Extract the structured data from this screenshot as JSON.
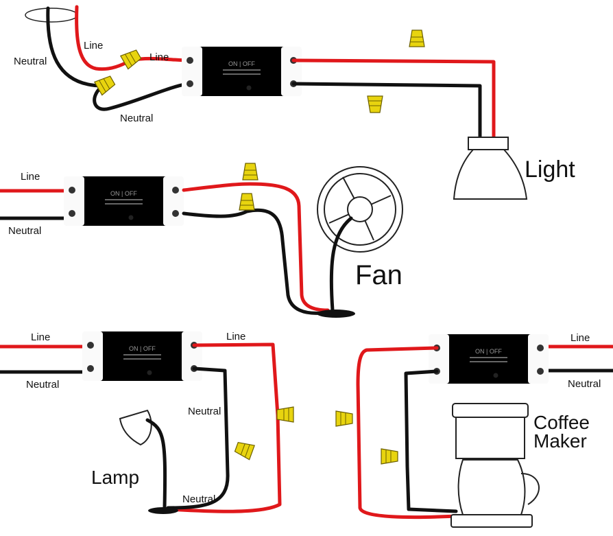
{
  "diagram": {
    "colors": {
      "line_wire": "#e0181b",
      "neutral_wire": "#111111",
      "connector": "#e8d40f"
    },
    "module_lettering": [
      "ON",
      "OFF"
    ],
    "sections": [
      {
        "id": "light",
        "title": "Light",
        "labels": {
          "line_in": "Line",
          "line_out": "Line",
          "neutral_in": "Neutral",
          "neutral_out": "Neutral"
        }
      },
      {
        "id": "fan",
        "title": "Fan",
        "labels": {
          "line": "Line",
          "neutral": "Neutral"
        }
      },
      {
        "id": "lamp",
        "title": "Lamp",
        "labels": {
          "line_in": "Line",
          "neutral_in": "Neutral",
          "line_out": "Line",
          "neutral_out": "Neutral",
          "neutral_lamp": "Neutral"
        }
      },
      {
        "id": "coffee",
        "title_line1": "Coffee",
        "title_line2": "Maker",
        "labels": {
          "line": "Line",
          "neutral": "Neutral"
        }
      }
    ]
  }
}
